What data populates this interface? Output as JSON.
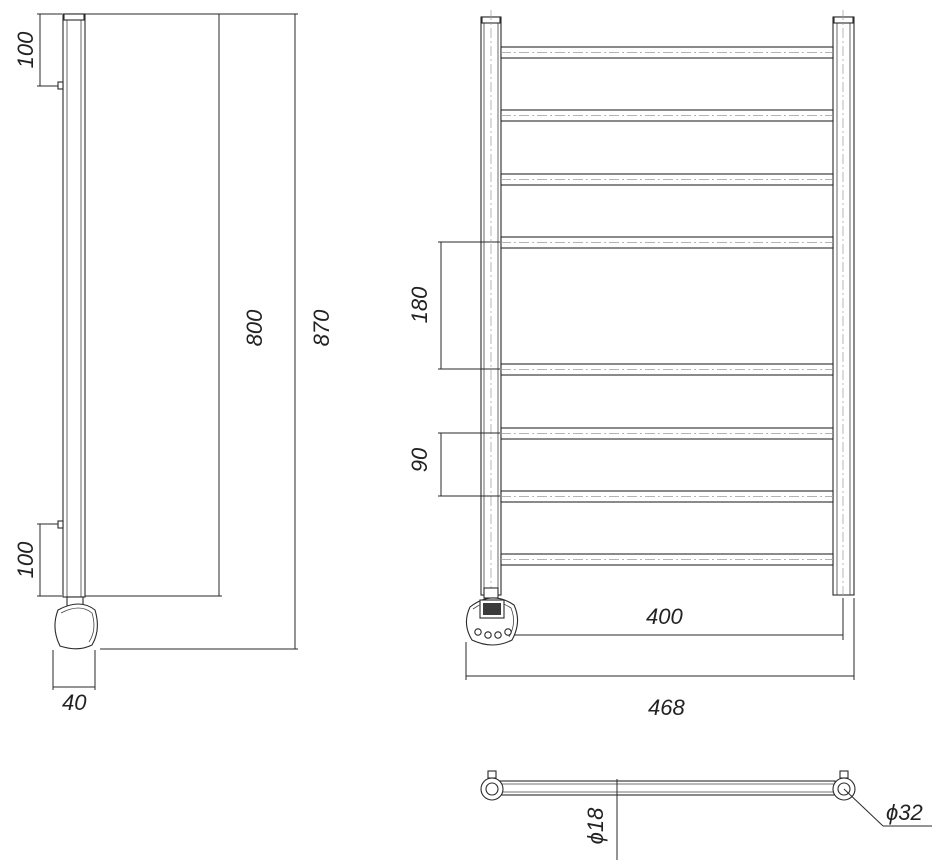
{
  "colors": {
    "line": "#2a2a2a",
    "background": "#ffffff",
    "text": "#222222"
  },
  "side_view": {
    "top_offset": "100",
    "bottom_offset": "100",
    "depth": "40",
    "height_inner": "800",
    "height_total": "870"
  },
  "front_view": {
    "rail_spacing_large": "180",
    "rail_spacing_small": "90",
    "width_inner": "400",
    "width_total": "468"
  },
  "top_view": {
    "rail_diameter": "ϕ18",
    "post_diameter": "ϕ32"
  }
}
